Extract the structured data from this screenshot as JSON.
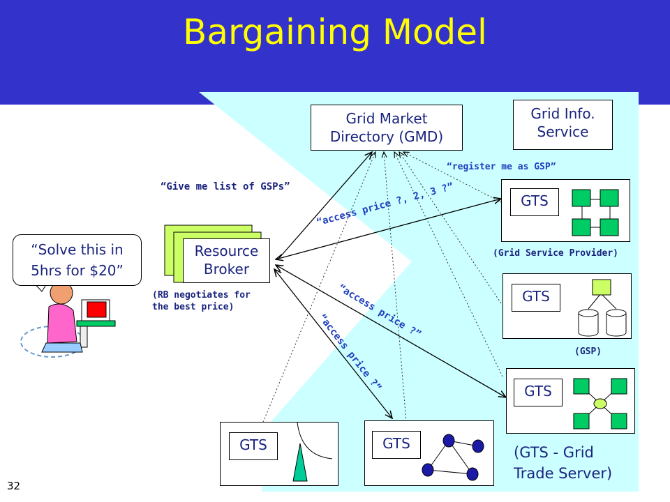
{
  "slide": {
    "title": "Bargaining Model",
    "number": "32"
  },
  "colors": {
    "header": "#3333cc",
    "title": "#ffff00",
    "panel": "#ccffff",
    "label_blue": "#1f3fbf",
    "stack_green": "#ccff66"
  },
  "nodes": {
    "gmd": {
      "line1": "Grid Market",
      "line2": "Directory (GMD)"
    },
    "gis": {
      "line1": "Grid Info.",
      "line2": "Service"
    },
    "broker": {
      "line1": "Resource",
      "line2": "Broker"
    },
    "gts_label": "GTS"
  },
  "user_speech": {
    "line1": "“Solve this in",
    "line2": "5hrs for $20”"
  },
  "labels": {
    "give_list": "“Give me list of GSPs”",
    "register": "“register  me as GSP”",
    "access_price_123": "“access price ?, 2, 3 ?”",
    "access_price_mid": "“access price ?”",
    "access_price_low": "“access price ?”",
    "rb_note_line1": "(RB negotiates for",
    "rb_note_line2": "the best price)",
    "gsp_full": "(Grid Service Provider)",
    "gsp_short": "(GSP)",
    "gts_caption_line1": "(GTS - Grid",
    "gts_caption_line2": "Trade Server)"
  },
  "icons": [
    "stacked-documents-icon",
    "user-at-computer-icon",
    "tree-network-icon",
    "database-pair-icon",
    "star-network-icon",
    "cone-curve-icon",
    "triangle-network-icon"
  ]
}
